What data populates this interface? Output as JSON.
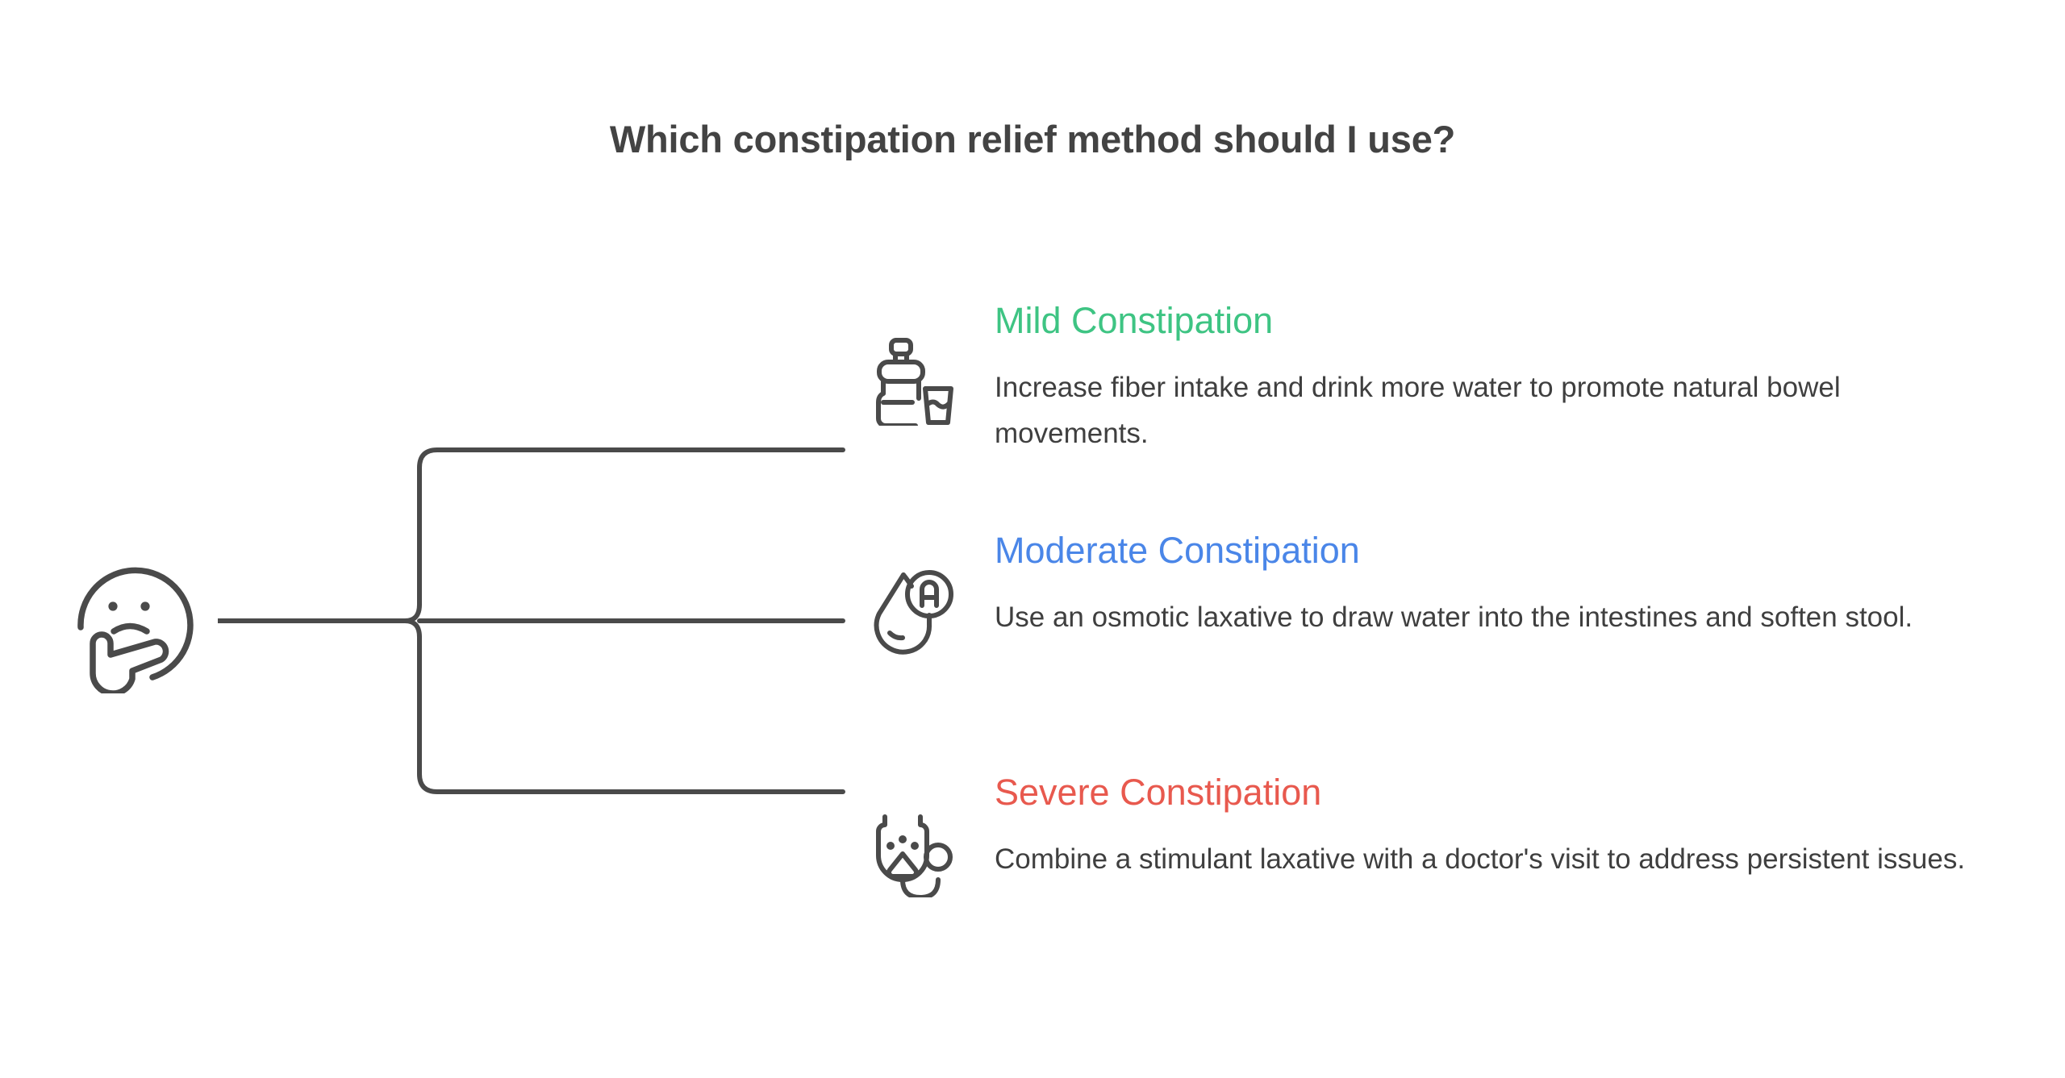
{
  "title": "Which constipation relief method should I use?",
  "root": {
    "icon": "thinking-face-icon",
    "label": ""
  },
  "colors": {
    "title": "#434343",
    "body_text": "#3f3f3f",
    "line": "#4a4a4a",
    "mild": "#3ec483",
    "moderate": "#4a86e8",
    "severe": "#e8594e",
    "background": "#ffffff"
  },
  "branches": [
    {
      "id": "mild",
      "icon": "water-bottle-and-glass-icon",
      "title": "Mild Constipation",
      "description": "Increase fiber intake and drink more water to promote natural bowel movements.",
      "color": "#3ec483"
    },
    {
      "id": "moderate",
      "icon": "water-droplet-with-letter-a-icon",
      "title": "Moderate Constipation",
      "description": "Use an osmotic laxative to draw water into the intestines and soften stool.",
      "color": "#4a86e8"
    },
    {
      "id": "severe",
      "icon": "stethoscope-icon",
      "title": "Severe Constipation",
      "description": "Combine a stimulant laxative with a doctor's visit to address persistent issues.",
      "color": "#e8594e"
    }
  ]
}
